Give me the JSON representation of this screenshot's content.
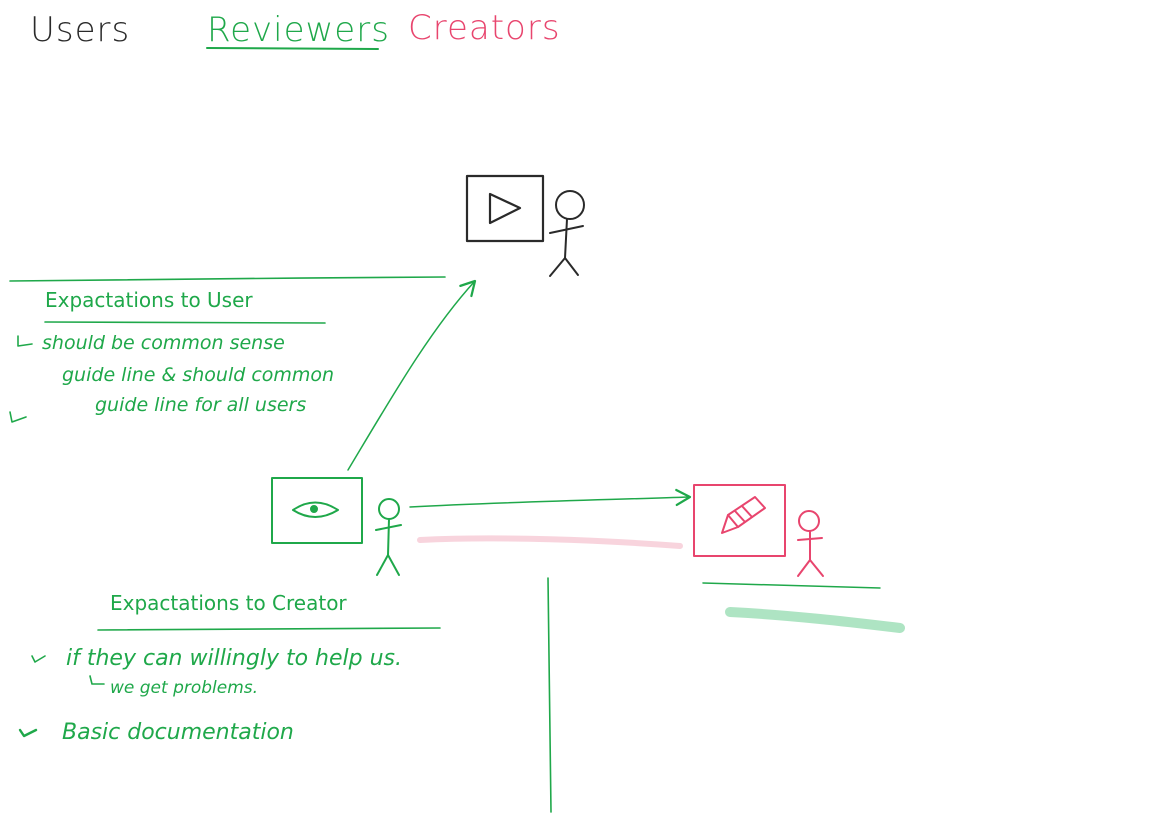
{
  "titles": {
    "users": "Users",
    "reviewers": "Reviewers",
    "creators": "Creators"
  },
  "colors": {
    "users": "#2a2a2a",
    "reviewers": "#1fa84a",
    "creators": "#e8456e"
  },
  "icons": {
    "user": "play-icon",
    "reviewer": "eye-icon",
    "creator": "pencil-icon"
  },
  "user_expectations": {
    "heading": "Expactations to User",
    "items": [
      "should be common sense",
      "guide line & should common",
      "guide line for all users"
    ]
  },
  "creator_expectations": {
    "heading": "Expactations to Creator",
    "items": [
      "if they can willingly to help us.",
      "we get problems.",
      "Basic documentation"
    ]
  }
}
